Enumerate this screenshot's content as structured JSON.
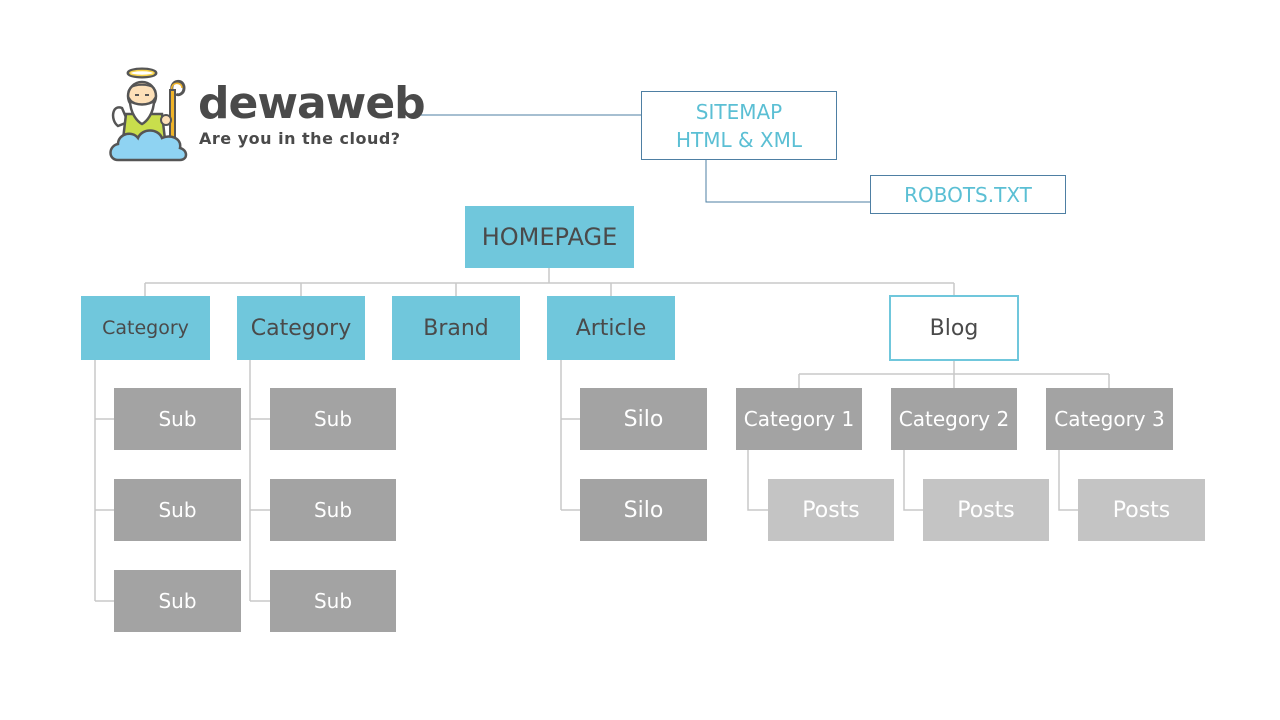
{
  "logo": {
    "wordmark": "dewaweb",
    "tagline": "Are you in the cloud?"
  },
  "sitemap": {
    "line1": "SITEMAP",
    "line2": "HTML & XML"
  },
  "robots": "ROBOTS.TXT",
  "homepage": "HOMEPAGE",
  "categories": {
    "left1": "Category",
    "left2": "Category",
    "brand": "Brand",
    "article": "Article",
    "blog": "Blog"
  },
  "subs": [
    "Sub",
    "Sub",
    "Sub",
    "Sub",
    "Sub",
    "Sub"
  ],
  "silos": [
    "Silo",
    "Silo"
  ],
  "blog_categories": [
    "Category 1",
    "Category 2",
    "Category 3"
  ],
  "posts": [
    "Posts",
    "Posts",
    "Posts"
  ],
  "colors": {
    "teal": "#70c7dc",
    "gray": "#a3a3a3",
    "light_gray": "#c4c4c4",
    "connector_blue": "#4e7fa3",
    "text_teal": "#5bbfd4"
  }
}
